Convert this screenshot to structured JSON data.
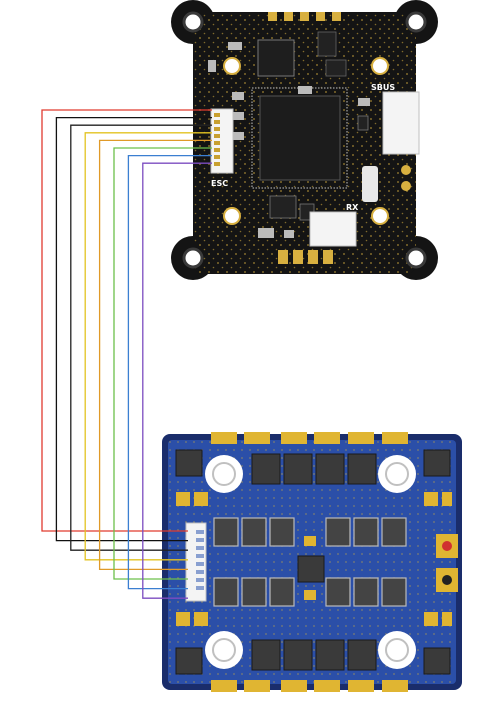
{
  "flight_controller": {
    "labels": {
      "esc": "ESC",
      "sbus": "SBUS",
      "rx": "RX"
    },
    "pcb_color": "#141414",
    "silk_color": "#e8e8e8",
    "pad_color": "#d8b040"
  },
  "esc_board": {
    "pcb_color": "#2b4fa8",
    "frame_color": "#1a2d6b",
    "pad_color": "#e0b532"
  },
  "wires": [
    {
      "color": "#e03a2f"
    },
    {
      "color": "#111111"
    },
    {
      "color": "#222222"
    },
    {
      "color": "#e3c320"
    },
    {
      "color": "#e09a28"
    },
    {
      "color": "#6cc04a"
    },
    {
      "color": "#3b7fd1"
    },
    {
      "color": "#7c4cc0"
    }
  ]
}
